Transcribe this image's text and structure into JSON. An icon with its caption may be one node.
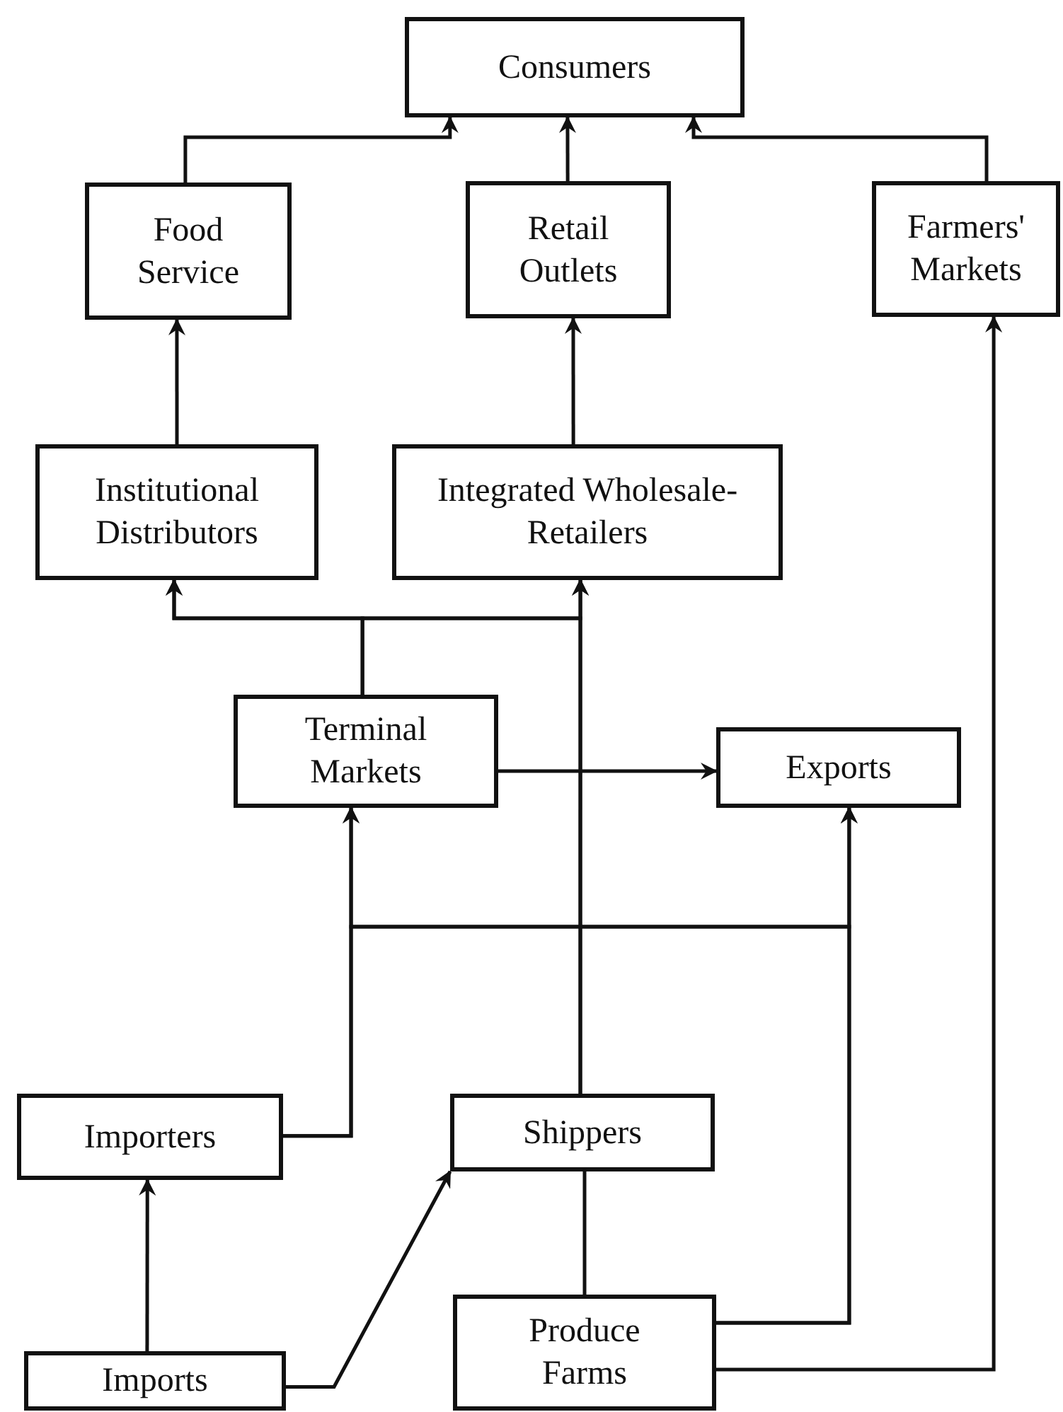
{
  "diagram": {
    "nodes": [
      {
        "text": [
          "Consumers"
        ]
      },
      {
        "text": [
          "Food Service"
        ]
      },
      {
        "text": [
          "Retail Outlets"
        ]
      },
      {
        "text": [
          "Farmers' Markets"
        ]
      },
      {
        "text": [
          "Institutional Distributors"
        ]
      },
      {
        "text": [
          "Integrated Wholesale-Retailers"
        ]
      },
      {
        "text": [
          "Terminal Markets"
        ]
      },
      {
        "text": [
          "Exports"
        ]
      },
      {
        "text": [
          "Importers"
        ]
      },
      {
        "text": [
          "Shippers"
        ]
      },
      {
        "text": [
          "Imports"
        ]
      },
      {
        "text": [
          "Produce Farms"
        ]
      }
    ],
    "edges": [
      {
        "from": 1,
        "to": 0,
        "arrow": "to"
      },
      {
        "from": 2,
        "to": 0,
        "arrow": "to"
      },
      {
        "from": 3,
        "to": 0,
        "arrow": "to"
      },
      {
        "from": 4,
        "to": 1,
        "arrow": "to"
      },
      {
        "from": 5,
        "to": 2,
        "arrow": "to"
      },
      {
        "from": 9,
        "to": 5,
        "arrow": "to"
      },
      {
        "from": 9,
        "to": 4,
        "arrow": "to"
      },
      {
        "from": 6,
        "to": 4,
        "arrow": "to"
      },
      {
        "from": 6,
        "to": 5,
        "arrow": "to"
      },
      {
        "from": 6,
        "to": 7,
        "arrow": "to"
      },
      {
        "from": 8,
        "to": 6,
        "arrow": "to"
      },
      {
        "from": 8,
        "to": 7,
        "arrow": "to"
      },
      {
        "from": 11,
        "to": 7,
        "arrow": "to"
      },
      {
        "from": 11,
        "to": 6,
        "arrow": "to"
      },
      {
        "from": 11,
        "to": 3,
        "arrow": "to"
      },
      {
        "from": 10,
        "to": 8,
        "arrow": "to"
      },
      {
        "from": 10,
        "to": 9,
        "arrow": "to"
      },
      {
        "from": 11,
        "to": 9,
        "arrow": "none"
      }
    ]
  }
}
